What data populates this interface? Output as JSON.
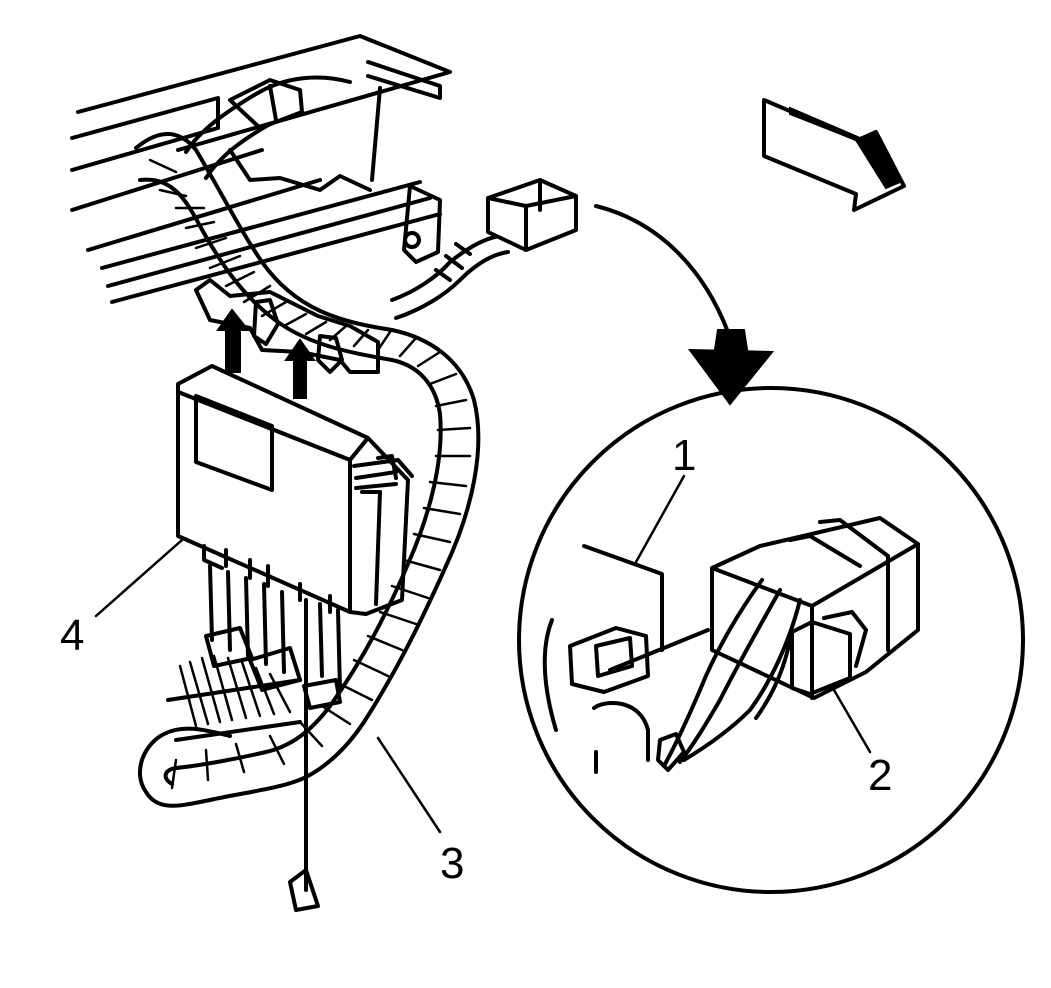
{
  "callouts": {
    "c1": "1",
    "c2": "2",
    "c3": "3",
    "c4": "4"
  },
  "colors": {
    "ink": "#000000",
    "paper": "#ffffff"
  },
  "icons": {
    "direction_arrow": "forward-direction-arrow-icon",
    "removal_arrows": "up-arrow-icon",
    "detail_arrow": "curved-arrow-icon"
  }
}
